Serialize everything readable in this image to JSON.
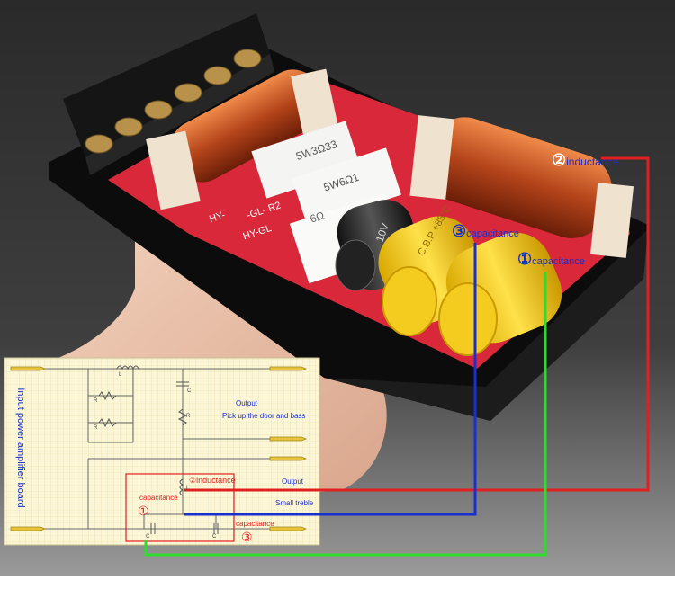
{
  "photo": {
    "board_text_resistor_1": "5W3Ω33",
    "board_text_resistor_2": "5W6Ω1",
    "board_text_resistor_3": "6Ω",
    "board_text_pcb_1": "HY-",
    "board_text_pcb_2": "-GL- R2",
    "board_text_pcb_3": "HY-GL",
    "board_text_cap_black": "10V",
    "board_text_cap_yellow": "C.B.P +85°C"
  },
  "callouts": {
    "inductance": {
      "number": "②",
      "label": "inductance",
      "color": "#e02020"
    },
    "capacitance_3": {
      "number": "③",
      "label": "capacitance",
      "color": "#1a2fd0"
    },
    "capacitance_1": {
      "number": "①",
      "label": "capacitance",
      "color": "#22cc22"
    }
  },
  "schematic": {
    "side_label": "Input power amplifier board",
    "output_top_title": "Output",
    "output_top_desc": "Pick up the door and bass",
    "output_bottom_title": "Output",
    "output_bottom_desc": "Small treble",
    "inductance_label": "②inductance",
    "capacitance_label_left": "capacitance",
    "circle_one": "①",
    "capacitance_label_bottom": "capacitance",
    "circle_three": "③",
    "component_marks": [
      "L",
      "C",
      "R",
      "R",
      "R",
      "L",
      "C",
      "C"
    ]
  }
}
